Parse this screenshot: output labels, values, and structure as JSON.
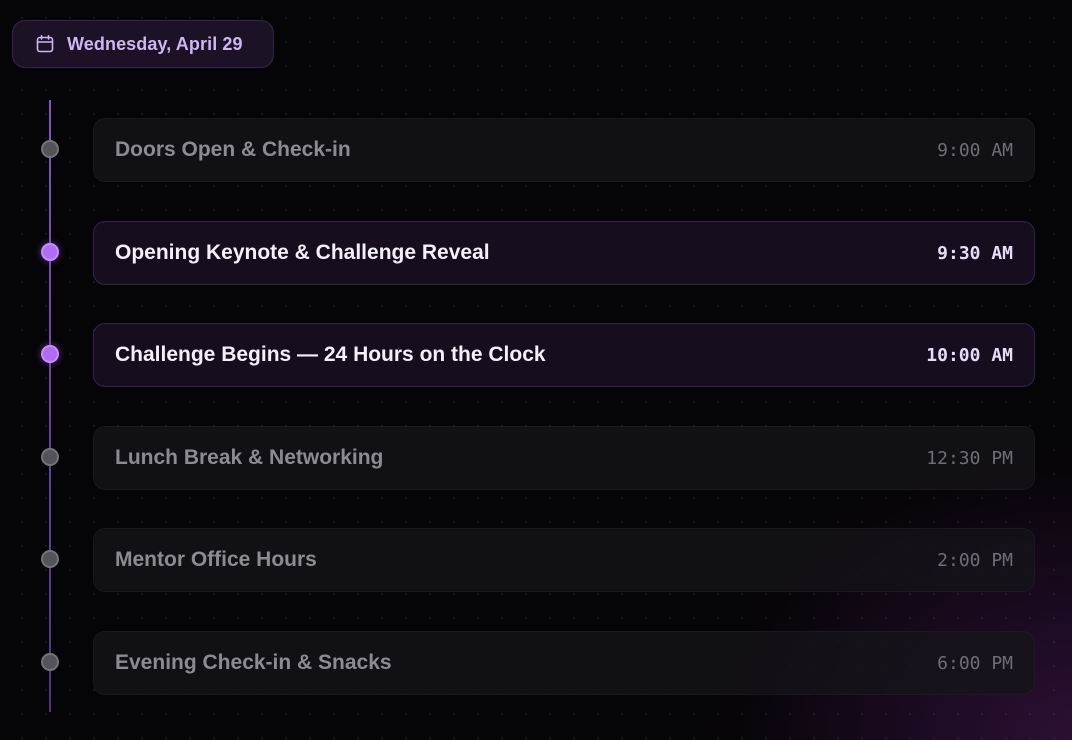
{
  "header": {
    "date_label": "Wednesday, April 29",
    "icon": "calendar-icon"
  },
  "colors": {
    "accent": "#b06cf2",
    "accent_text": "#cdb6f2",
    "background": "#050406",
    "muted_text": "#8d8b92"
  },
  "schedule": [
    {
      "title": "Doors Open & Check-in",
      "time": "9:00 AM",
      "state": "muted"
    },
    {
      "title": "Opening Keynote & Challenge Reveal",
      "time": "9:30 AM",
      "state": "active"
    },
    {
      "title": "Challenge Begins — 24 Hours on the Clock",
      "time": "10:00 AM",
      "state": "active"
    },
    {
      "title": "Lunch Break & Networking",
      "time": "12:30 PM",
      "state": "muted"
    },
    {
      "title": "Mentor Office Hours",
      "time": "2:00 PM",
      "state": "muted"
    },
    {
      "title": "Evening Check-in & Snacks",
      "time": "6:00 PM",
      "state": "muted"
    }
  ]
}
